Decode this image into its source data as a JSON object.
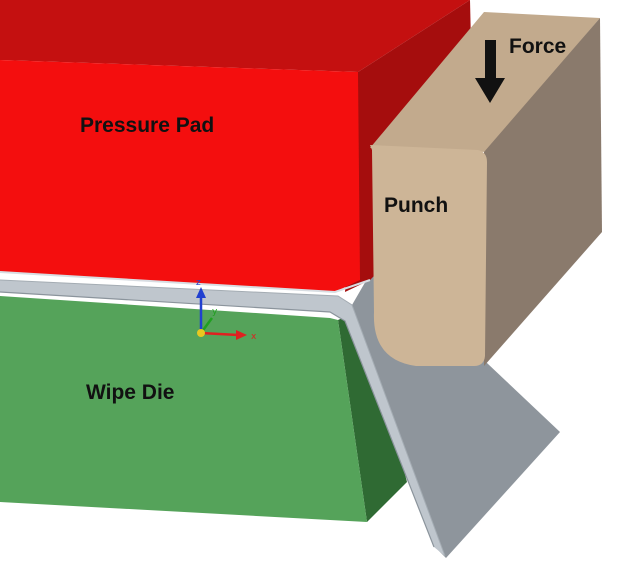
{
  "labels": {
    "pressure_pad": "Pressure Pad",
    "wipe_die": "Wipe Die",
    "punch": "Punch",
    "force": "Force"
  },
  "axes": {
    "x": "x",
    "y": "y",
    "z": "z"
  },
  "colors": {
    "pressure_pad_front": "#f40e0e",
    "pressure_pad_top": "#c41010",
    "pressure_pad_side": "#a50d0d",
    "wipe_die_front": "#55a35a",
    "wipe_die_side": "#2f6a33",
    "sheet": "#bfc6cd",
    "sheet_edge": "#8b949c",
    "flange_face": "#8e959c",
    "punch_front": "#cdb597",
    "punch_side": "#8a7a6c",
    "punch_top": "#c2aa8d",
    "force_arrow": "#111111",
    "axis_x": "#e02020",
    "axis_y": "#20a020",
    "axis_z": "#2040d0"
  },
  "icons": {
    "force_arrow": "arrow-down-icon",
    "triad": "coordinate-triad-icon"
  }
}
